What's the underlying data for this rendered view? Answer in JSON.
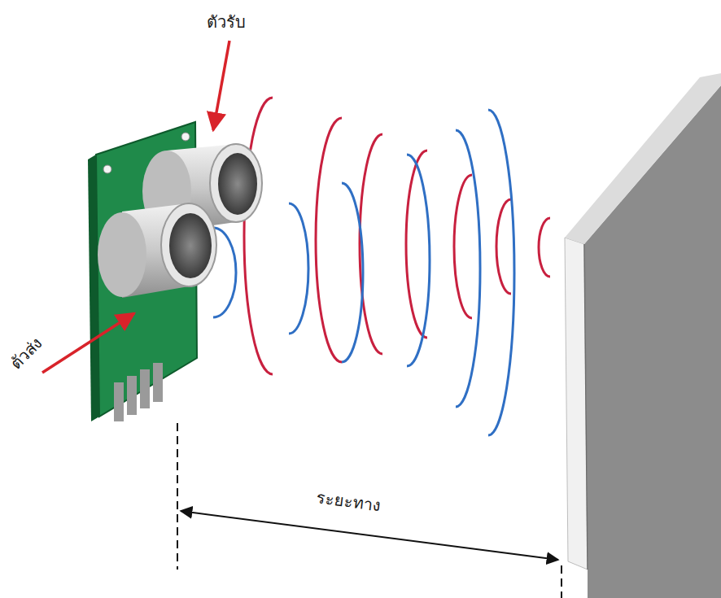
{
  "diagram": {
    "labels": [
      "ตัวรับ",
      "ตัวส่ง",
      "ระยะทาง"
    ]
  }
}
